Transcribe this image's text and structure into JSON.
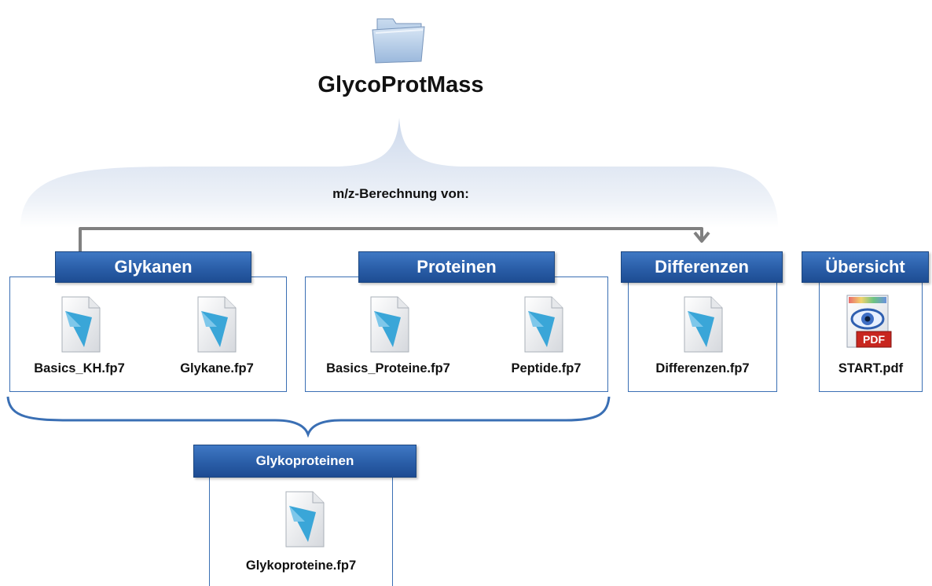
{
  "title": "GlycoProtMass",
  "subtitle": "m/z-Berechnung von:",
  "groups": {
    "glykanen": {
      "label": "Glykanen",
      "files": [
        "Basics_KH.fp7",
        "Glykane.fp7"
      ]
    },
    "proteinen": {
      "label": "Proteinen",
      "files": [
        "Basics_Proteine.fp7",
        "Peptide.fp7"
      ]
    },
    "differenzen": {
      "label": "Differenzen",
      "files": [
        "Differenzen.fp7"
      ]
    },
    "uebersicht": {
      "label": "Übersicht",
      "files": [
        "START.pdf"
      ]
    },
    "glykoproteinen": {
      "label": "Glykoproteinen",
      "files": [
        "Glykoproteine.fp7"
      ]
    }
  },
  "icons": {
    "folder": "folder-icon",
    "document": "fp7-document-icon",
    "pdf": "pdf-icon",
    "pdf_badge": "PDF"
  },
  "colors": {
    "header_blue": "#2a5ea8",
    "box_border": "#3a6fb4",
    "connector": "#808080",
    "cloud": "#dfe7f3"
  }
}
